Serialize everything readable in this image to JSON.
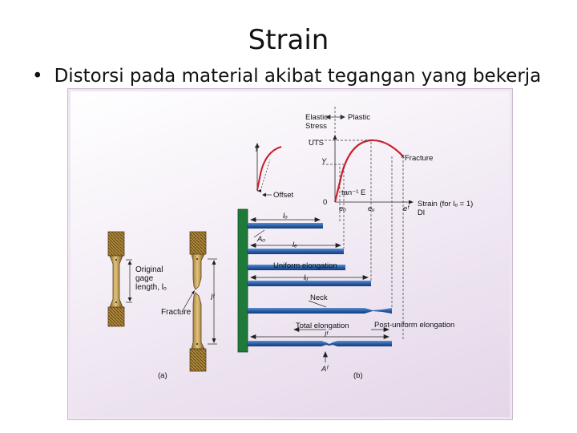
{
  "slide": {
    "title": "Strain",
    "bullet": "Distorsi pada material akibat tegangan yang bekerja"
  },
  "figure": {
    "stress_strain": {
      "elastic_label_1": "Elastic",
      "elastic_label_2": "Stress",
      "plastic_label": "Plastic",
      "uts_label": "UTS",
      "y_label": "Y",
      "y_left_label": "Y",
      "fracture_label": "Fracture",
      "offset_label": "Offset",
      "zero_label": "0",
      "tan_label": "tan⁻¹ E",
      "eo_label": "eₒ",
      "eu_label": "eᵤ",
      "ef_label": "eᶠ",
      "strain_axis_label": "Strain (for lₒ = 1)",
      "dl_label": "Dl"
    },
    "bars": {
      "lo_label": "lₒ",
      "ao_label": "Aₒ",
      "le_label": "lₑ",
      "uniform_label": "Uniform elongation",
      "lu_label": "lᵤ",
      "neck_label": "Neck",
      "total_label": "Total elongation",
      "post_uniform_label": "Post-uniform elongation",
      "lf_label": "lᶠ",
      "af_label": "Aᶠ"
    },
    "specimens": {
      "original_label_1": "Original",
      "original_label_2": "gage",
      "original_label_3": "length, lₒ",
      "fracture_label": "Fracture",
      "lf_label": "lᶠ"
    },
    "panel_a": "(a)",
    "panel_b": "(b)"
  }
}
